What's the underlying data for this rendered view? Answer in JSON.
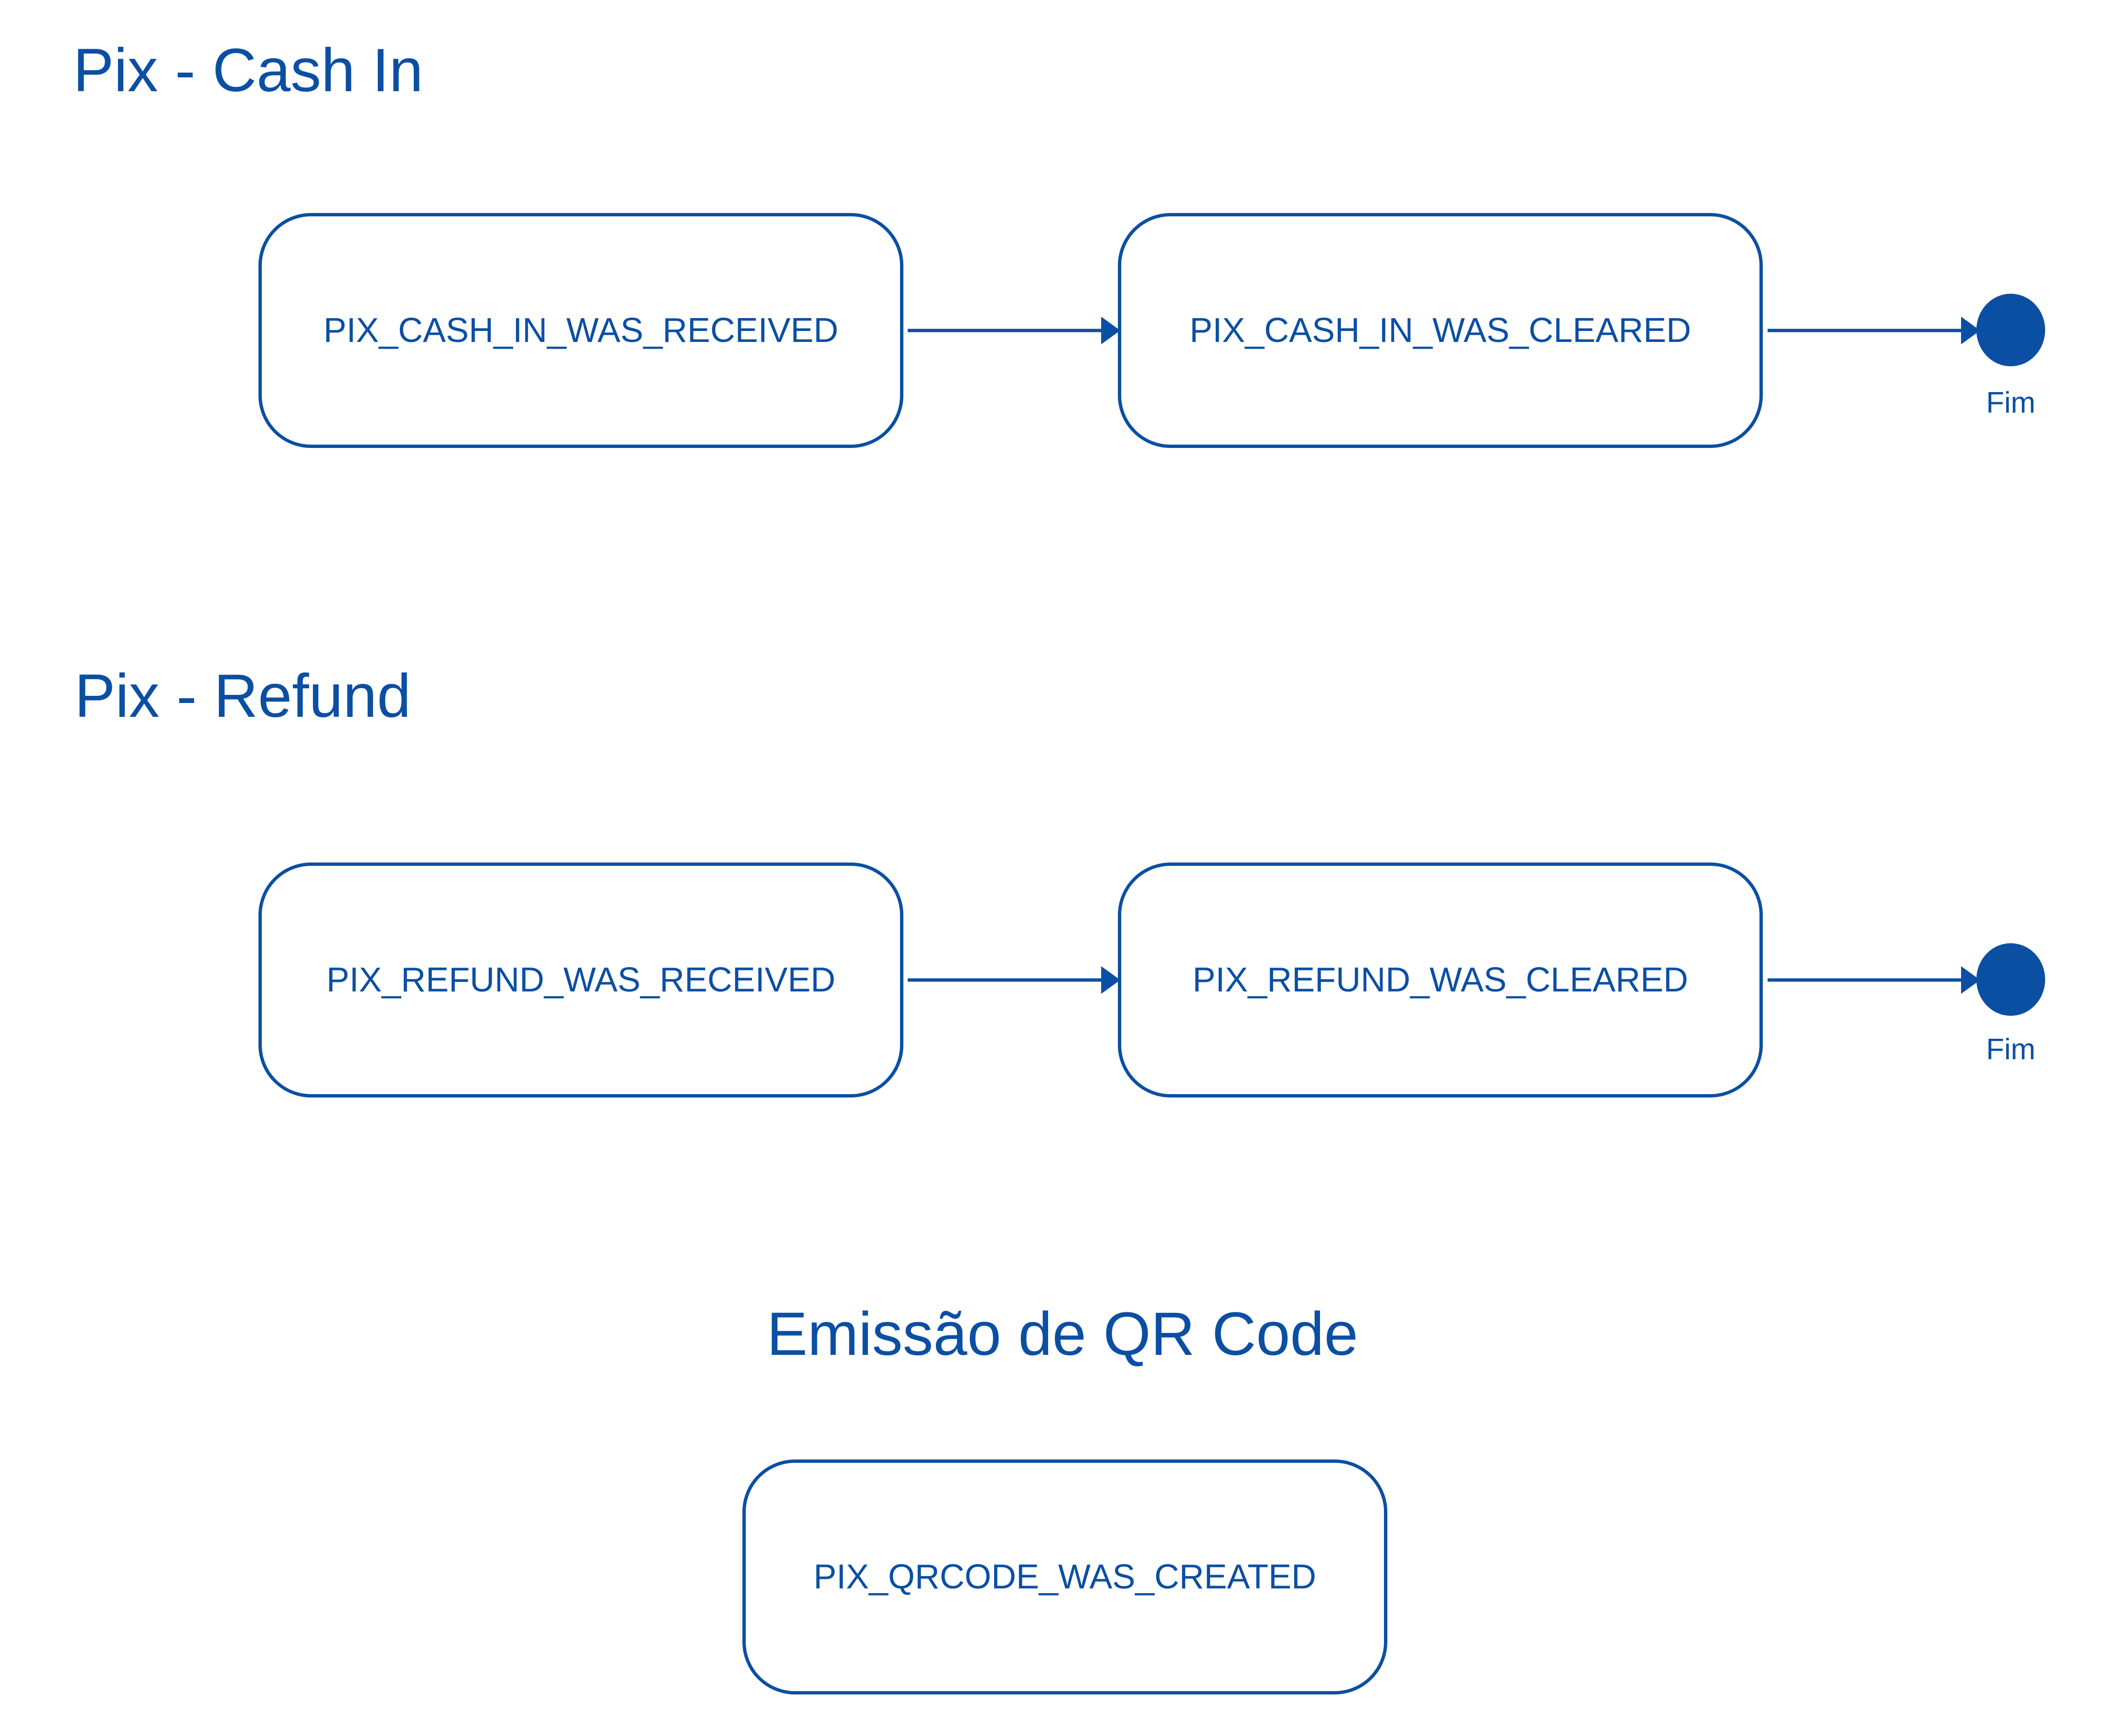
{
  "colors": {
    "primary": "#0b4fa3",
    "background": "#ffffff"
  },
  "sections": {
    "cash_in": {
      "title": "Pix - Cash In",
      "states": [
        "PIX_CASH_IN_WAS_RECEIVED",
        "PIX_CASH_IN_WAS_CLEARED"
      ],
      "end_label": "Fim"
    },
    "refund": {
      "title": "Pix - Refund",
      "states": [
        "PIX_REFUND_WAS_RECEIVED",
        "PIX_REFUND_WAS_CLEARED"
      ],
      "end_label": "Fim"
    },
    "qrcode": {
      "title": "Emissão de QR Code",
      "states": [
        "PIX_QRCODE_WAS_CREATED"
      ]
    }
  }
}
